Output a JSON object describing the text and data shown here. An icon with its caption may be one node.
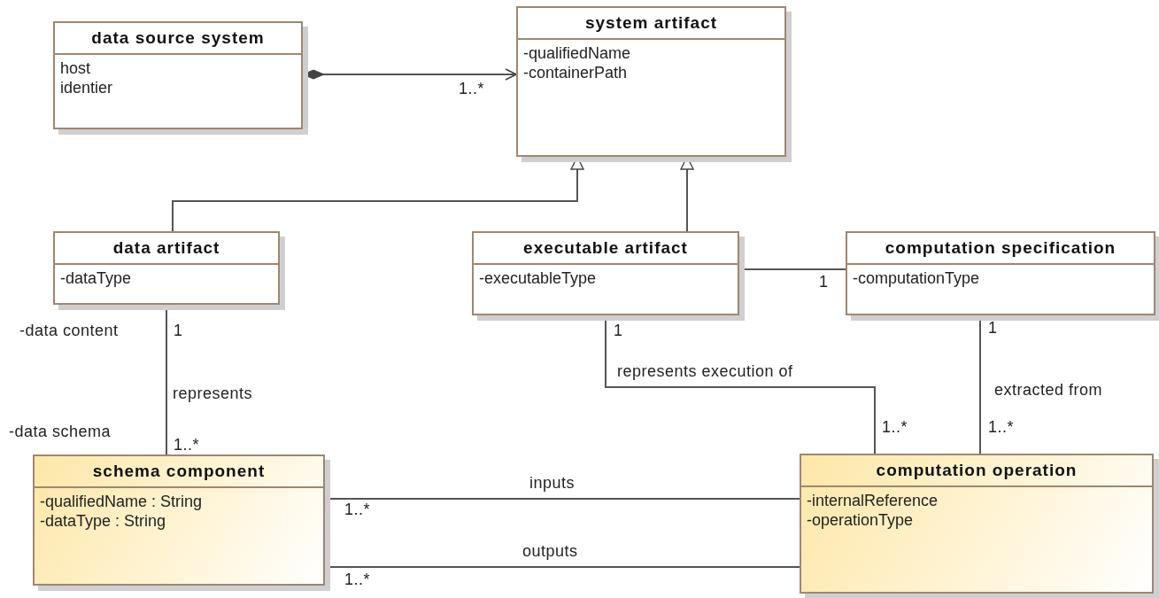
{
  "diagram": {
    "nodes": [
      {
        "text": [
          "data source system",
          "host",
          "identier"
        ]
      },
      {
        "text": [
          "system artifact",
          "-qualifiedName",
          "-containerPath"
        ]
      },
      {
        "text": [
          "data artifact",
          "-dataType"
        ]
      },
      {
        "text": [
          "executable artifact",
          "-executableType"
        ]
      },
      {
        "text": [
          "computation specification",
          "-computationType"
        ]
      },
      {
        "text": [
          "schema component",
          "-qualifiedName : String",
          "-dataType : String"
        ]
      },
      {
        "text": [
          "computation operation",
          "-internalReference",
          "-operationType"
        ]
      }
    ],
    "edges": [
      {
        "from": 0,
        "to": 1,
        "arrow": "to"
      },
      {
        "from": 2,
        "to": 1,
        "arrow": "to"
      },
      {
        "from": 3,
        "to": 1,
        "arrow": "to"
      },
      {
        "from": 3,
        "to": 4,
        "arrow": "none"
      },
      {
        "from": 2,
        "to": 5,
        "arrow": "none",
        "label": "represents"
      },
      {
        "from": 3,
        "to": 6,
        "arrow": "none",
        "label": "represents execution of"
      },
      {
        "from": 4,
        "to": 6,
        "arrow": "none",
        "label": "extracted from"
      },
      {
        "from": 5,
        "to": 6,
        "arrow": "none",
        "label": "inputs"
      },
      {
        "from": 5,
        "to": 6,
        "arrow": "none",
        "label": "outputs"
      }
    ],
    "labels": [
      "1..*",
      "1",
      "-data content",
      "1",
      "1",
      "1",
      "-data schema",
      "1..*",
      "1..*",
      "1..*",
      "1..*",
      "1..*"
    ]
  }
}
